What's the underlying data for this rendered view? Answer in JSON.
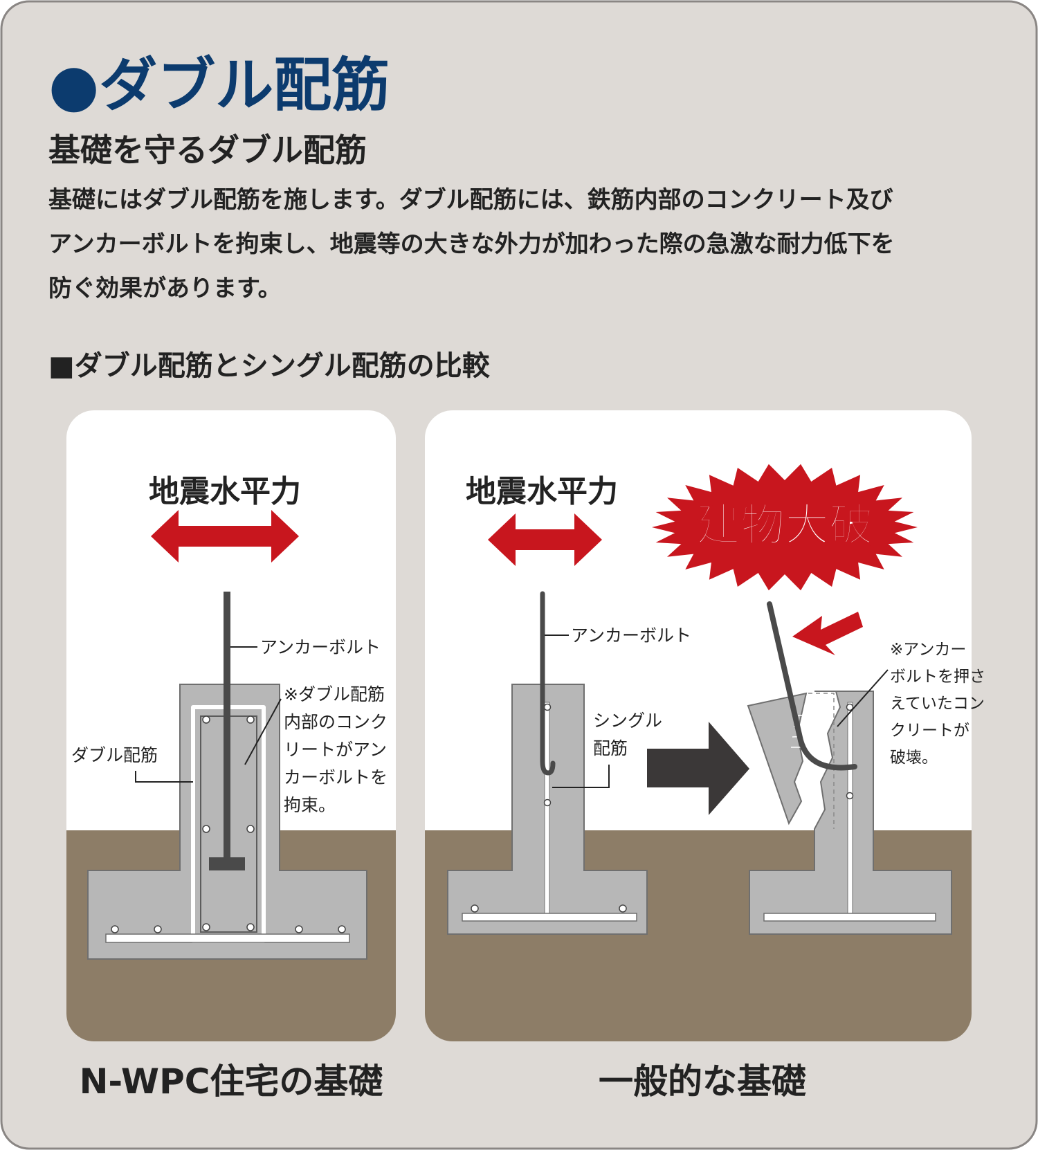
{
  "title": "●ダブル配筋",
  "subtitle": "基礎を守るダブル配筋",
  "description_lines": [
    "基礎にはダブル配筋を施します。ダブル配筋には、鉄筋内部のコンクリート及び",
    "アンカーボルトを拘束し、地震等の大きな外力が加わった際の急激な耐力低下を",
    "防ぐ効果があります。"
  ],
  "section_heading": "■ダブル配筋とシングル配筋の比較",
  "left_panel": {
    "force_label": "地震水平力",
    "anchor_label": "アンカーボルト",
    "double_label": "ダブル配筋",
    "note_lines": [
      "※ダブル配筋",
      "内部のコンク",
      "リートがアン",
      "カーボルトを",
      "拘束。"
    ],
    "caption": "N-WPC住宅の基礎"
  },
  "right_panel": {
    "force_label": "地震水平力",
    "burst_label": "建物大破",
    "anchor_label": "アンカーボルト",
    "single_label_lines": [
      "シングル",
      "配筋"
    ],
    "note_lines": [
      "※アンカー",
      "ボルトを押さ",
      "えていたコン",
      "クリートが",
      "破壊。"
    ],
    "caption": "一般的な基礎"
  },
  "colors": {
    "background": "#dedad6",
    "title_blue": "#0c3b6e",
    "panel_white": "#ffffff",
    "soil": "#8d7d67",
    "concrete": "#b7b7b7",
    "arrow_red": "#c8161e",
    "bolt_dark": "#4a4a4a",
    "arrow_dark": "#3b3838"
  }
}
